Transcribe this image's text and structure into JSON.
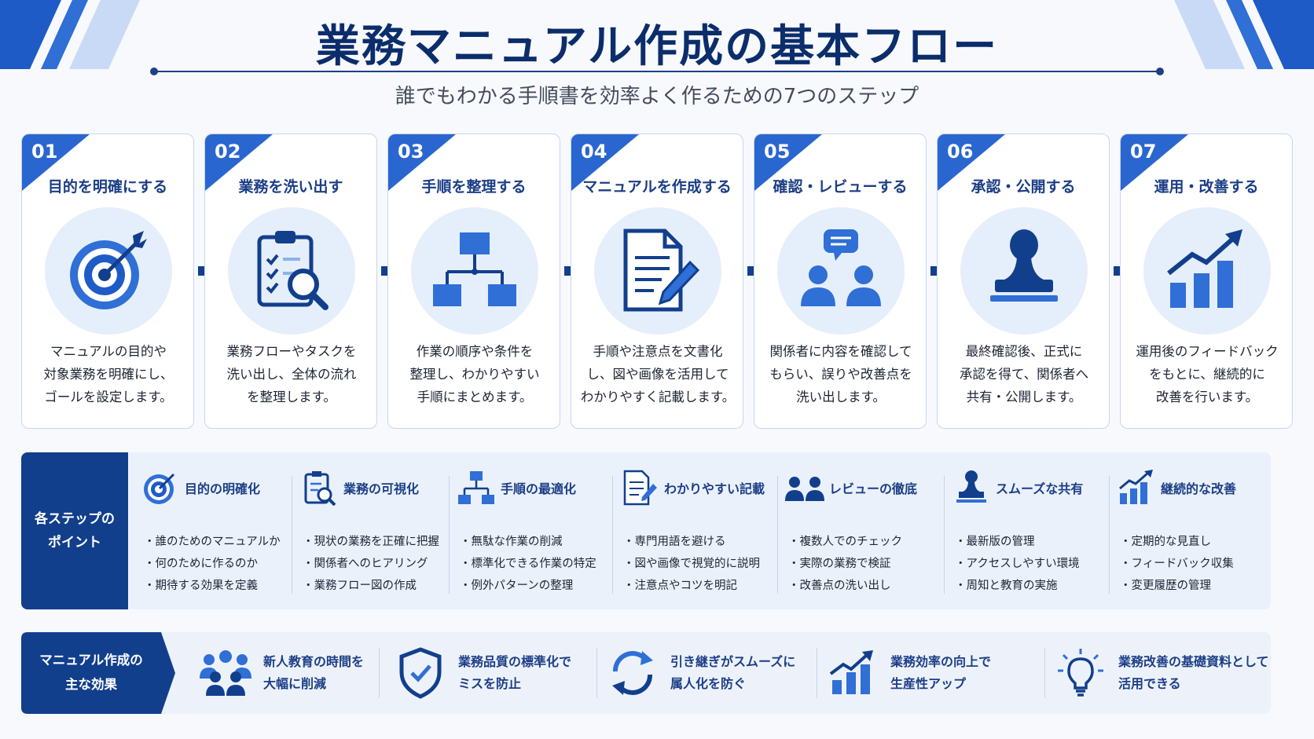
{
  "title": "業務マニュアル作成の基本フロー",
  "subtitle": "誰でもわかる手順書を効率よく作るための7つのステップ",
  "colors": {
    "primary": "#123f8c",
    "accent": "#2f6fd6",
    "light": "#e5eefb"
  },
  "steps": [
    {
      "num": "01",
      "title": "目的を明確にする",
      "icon": "target-icon",
      "desc": [
        "マニュアルの目的や",
        "対象業務を明確にし、",
        "ゴールを設定します。"
      ]
    },
    {
      "num": "02",
      "title": "業務を洗い出す",
      "icon": "clipboard-search-icon",
      "desc": [
        "業務フローやタスクを",
        "洗い出し、全体の流れ",
        "を整理します。"
      ]
    },
    {
      "num": "03",
      "title": "手順を整理する",
      "icon": "hierarchy-icon",
      "desc": [
        "作業の順序や条件を",
        "整理し、わかりやすい",
        "手順にまとめます。"
      ]
    },
    {
      "num": "04",
      "title": "マニュアルを作成する",
      "icon": "document-pen-icon",
      "desc": [
        "手順や注意点を文書化",
        "し、図や画像を活用して",
        "わかりやすく記載します。"
      ]
    },
    {
      "num": "05",
      "title": "確認・レビューする",
      "icon": "people-chat-icon",
      "desc": [
        "関係者に内容を確認して",
        "もらい、誤りや改善点を",
        "洗い出します。"
      ]
    },
    {
      "num": "06",
      "title": "承認・公開する",
      "icon": "stamp-icon",
      "desc": [
        "最終確認後、正式に",
        "承認を得て、関係者へ",
        "共有・公開します。"
      ]
    },
    {
      "num": "07",
      "title": "運用・改善する",
      "icon": "growth-chart-icon",
      "desc": [
        "運用後のフィードバック",
        "をもとに、継続的に",
        "改善を行います。"
      ]
    }
  ],
  "points": {
    "heading": [
      "各ステップの",
      "ポイント"
    ],
    "items": [
      {
        "title": "目的の明確化",
        "icon": "target-icon",
        "bullets": [
          "誰のためのマニュアルか",
          "何のために作るのか",
          "期待する効果を定義"
        ]
      },
      {
        "title": "業務の可視化",
        "icon": "clipboard-search-icon",
        "bullets": [
          "現状の業務を正確に把握",
          "関係者へのヒアリング",
          "業務フロー図の作成"
        ]
      },
      {
        "title": "手順の最適化",
        "icon": "hierarchy-icon",
        "bullets": [
          "無駄な作業の削減",
          "標準化できる作業の特定",
          "例外パターンの整理"
        ]
      },
      {
        "title": "わかりやすい記載",
        "icon": "document-pen-icon",
        "bullets": [
          "専門用語を避ける",
          "図や画像で視覚的に説明",
          "注意点やコツを明記"
        ]
      },
      {
        "title": "レビューの徹底",
        "icon": "people-icon",
        "bullets": [
          "複数人でのチェック",
          "実際の業務で検証",
          "改善点の洗い出し"
        ]
      },
      {
        "title": "スムーズな共有",
        "icon": "stamp-icon",
        "bullets": [
          "最新版の管理",
          "アクセスしやすい環境",
          "周知と教育の実施"
        ]
      },
      {
        "title": "継続的な改善",
        "icon": "growth-chart-icon",
        "bullets": [
          "定期的な見直し",
          "フィードバック収集",
          "変更履歴の管理"
        ]
      }
    ]
  },
  "effects": {
    "heading": [
      "マニュアル作成の",
      "主な効果"
    ],
    "items": [
      {
        "icon": "group-icon",
        "lines": [
          "新人教育の時間を",
          "大幅に削減"
        ]
      },
      {
        "icon": "shield-check-icon",
        "lines": [
          "業務品質の標準化で",
          "ミスを防止"
        ]
      },
      {
        "icon": "cycle-arrows-icon",
        "lines": [
          "引き継ぎがスムーズに",
          "属人化を防ぐ"
        ]
      },
      {
        "icon": "bar-growth-icon",
        "lines": [
          "業務効率の向上で",
          "生産性アップ"
        ]
      },
      {
        "icon": "lightbulb-icon",
        "lines": [
          "業務改善の基礎資料として",
          "活用できる"
        ]
      }
    ]
  }
}
